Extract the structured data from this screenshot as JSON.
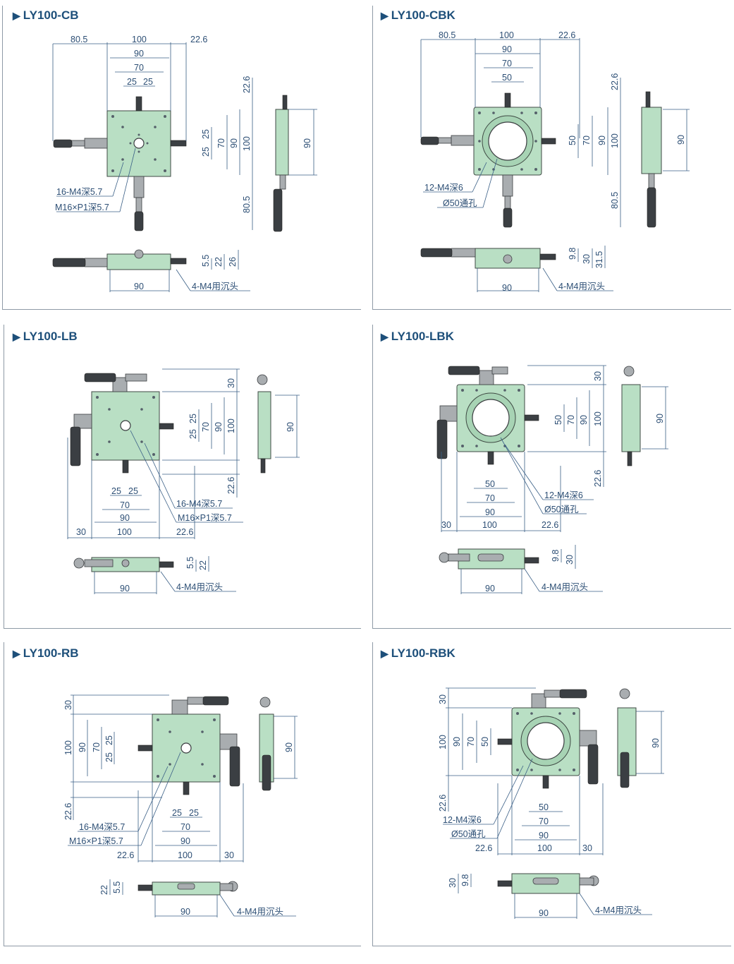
{
  "colors": {
    "title": "#1d4f7a",
    "dimension": "#3a5f86",
    "stage_body": "#b9dfc4",
    "frame": "#8e9aa6"
  },
  "panels": [
    {
      "title": "LY100-CB",
      "top_dims": [
        "80.5",
        "100",
        "22.6",
        "90",
        "70",
        "25",
        "25"
      ],
      "right_dims": [
        "22.6",
        "25",
        "25",
        "70",
        "90",
        "100",
        "80.5"
      ],
      "side_dims": [
        "90"
      ],
      "front_dims": [
        "5.5",
        "22",
        "26",
        "90"
      ],
      "callouts": [
        "16-M4深5.7",
        "M16×P1深5.7",
        "4-M4用沉头"
      ]
    },
    {
      "title": "LY100-CBK",
      "top_dims": [
        "80.5",
        "100",
        "22.6",
        "90",
        "70",
        "50"
      ],
      "right_dims": [
        "22.6",
        "50",
        "70",
        "90",
        "100",
        "80.5"
      ],
      "side_dims": [
        "90"
      ],
      "front_dims": [
        "9.8",
        "30",
        "31.5",
        "90"
      ],
      "callouts": [
        "12-M4深6",
        "Ø50通孔",
        "4-M4用沉头"
      ]
    },
    {
      "title": "LY100-LB",
      "top_dims": [
        "30",
        "25",
        "25",
        "70",
        "90",
        "100",
        "22.6"
      ],
      "bottom_dims": [
        "25",
        "25",
        "70",
        "90",
        "30",
        "100",
        "22.6"
      ],
      "side_dims": [
        "90"
      ],
      "front_dims": [
        "5.5",
        "22",
        "90"
      ],
      "callouts": [
        "16-M4深5.7",
        "M16×P1深5.7",
        "4-M4用沉头"
      ]
    },
    {
      "title": "LY100-LBK",
      "top_dims": [
        "30",
        "50",
        "70",
        "90",
        "100",
        "22.6"
      ],
      "bottom_dims": [
        "50",
        "70",
        "90",
        "30",
        "100",
        "22.6"
      ],
      "side_dims": [
        "90"
      ],
      "front_dims": [
        "9.8",
        "30",
        "90"
      ],
      "callouts": [
        "12-M4深6",
        "Ø50通孔",
        "4-M4用沉头"
      ]
    },
    {
      "title": "LY100-RB",
      "left_dims": [
        "30",
        "100",
        "90",
        "70",
        "25",
        "25",
        "22.6"
      ],
      "bottom_dims": [
        "25",
        "25",
        "70",
        "90",
        "22.6",
        "100",
        "30"
      ],
      "side_dims": [
        "90"
      ],
      "front_dims": [
        "22",
        "5.5",
        "90"
      ],
      "callouts": [
        "16-M4深5.7",
        "M16×P1深5.7",
        "4-M4用沉头"
      ]
    },
    {
      "title": "LY100-RBK",
      "left_dims": [
        "30",
        "100",
        "90",
        "70",
        "50",
        "22.6"
      ],
      "bottom_dims": [
        "50",
        "70",
        "90",
        "22.6",
        "100",
        "30"
      ],
      "side_dims": [
        "90"
      ],
      "front_dims": [
        "30",
        "9.8",
        "90"
      ],
      "callouts": [
        "12-M4深6",
        "Ø50通孔",
        "4-M4用沉头"
      ]
    }
  ]
}
